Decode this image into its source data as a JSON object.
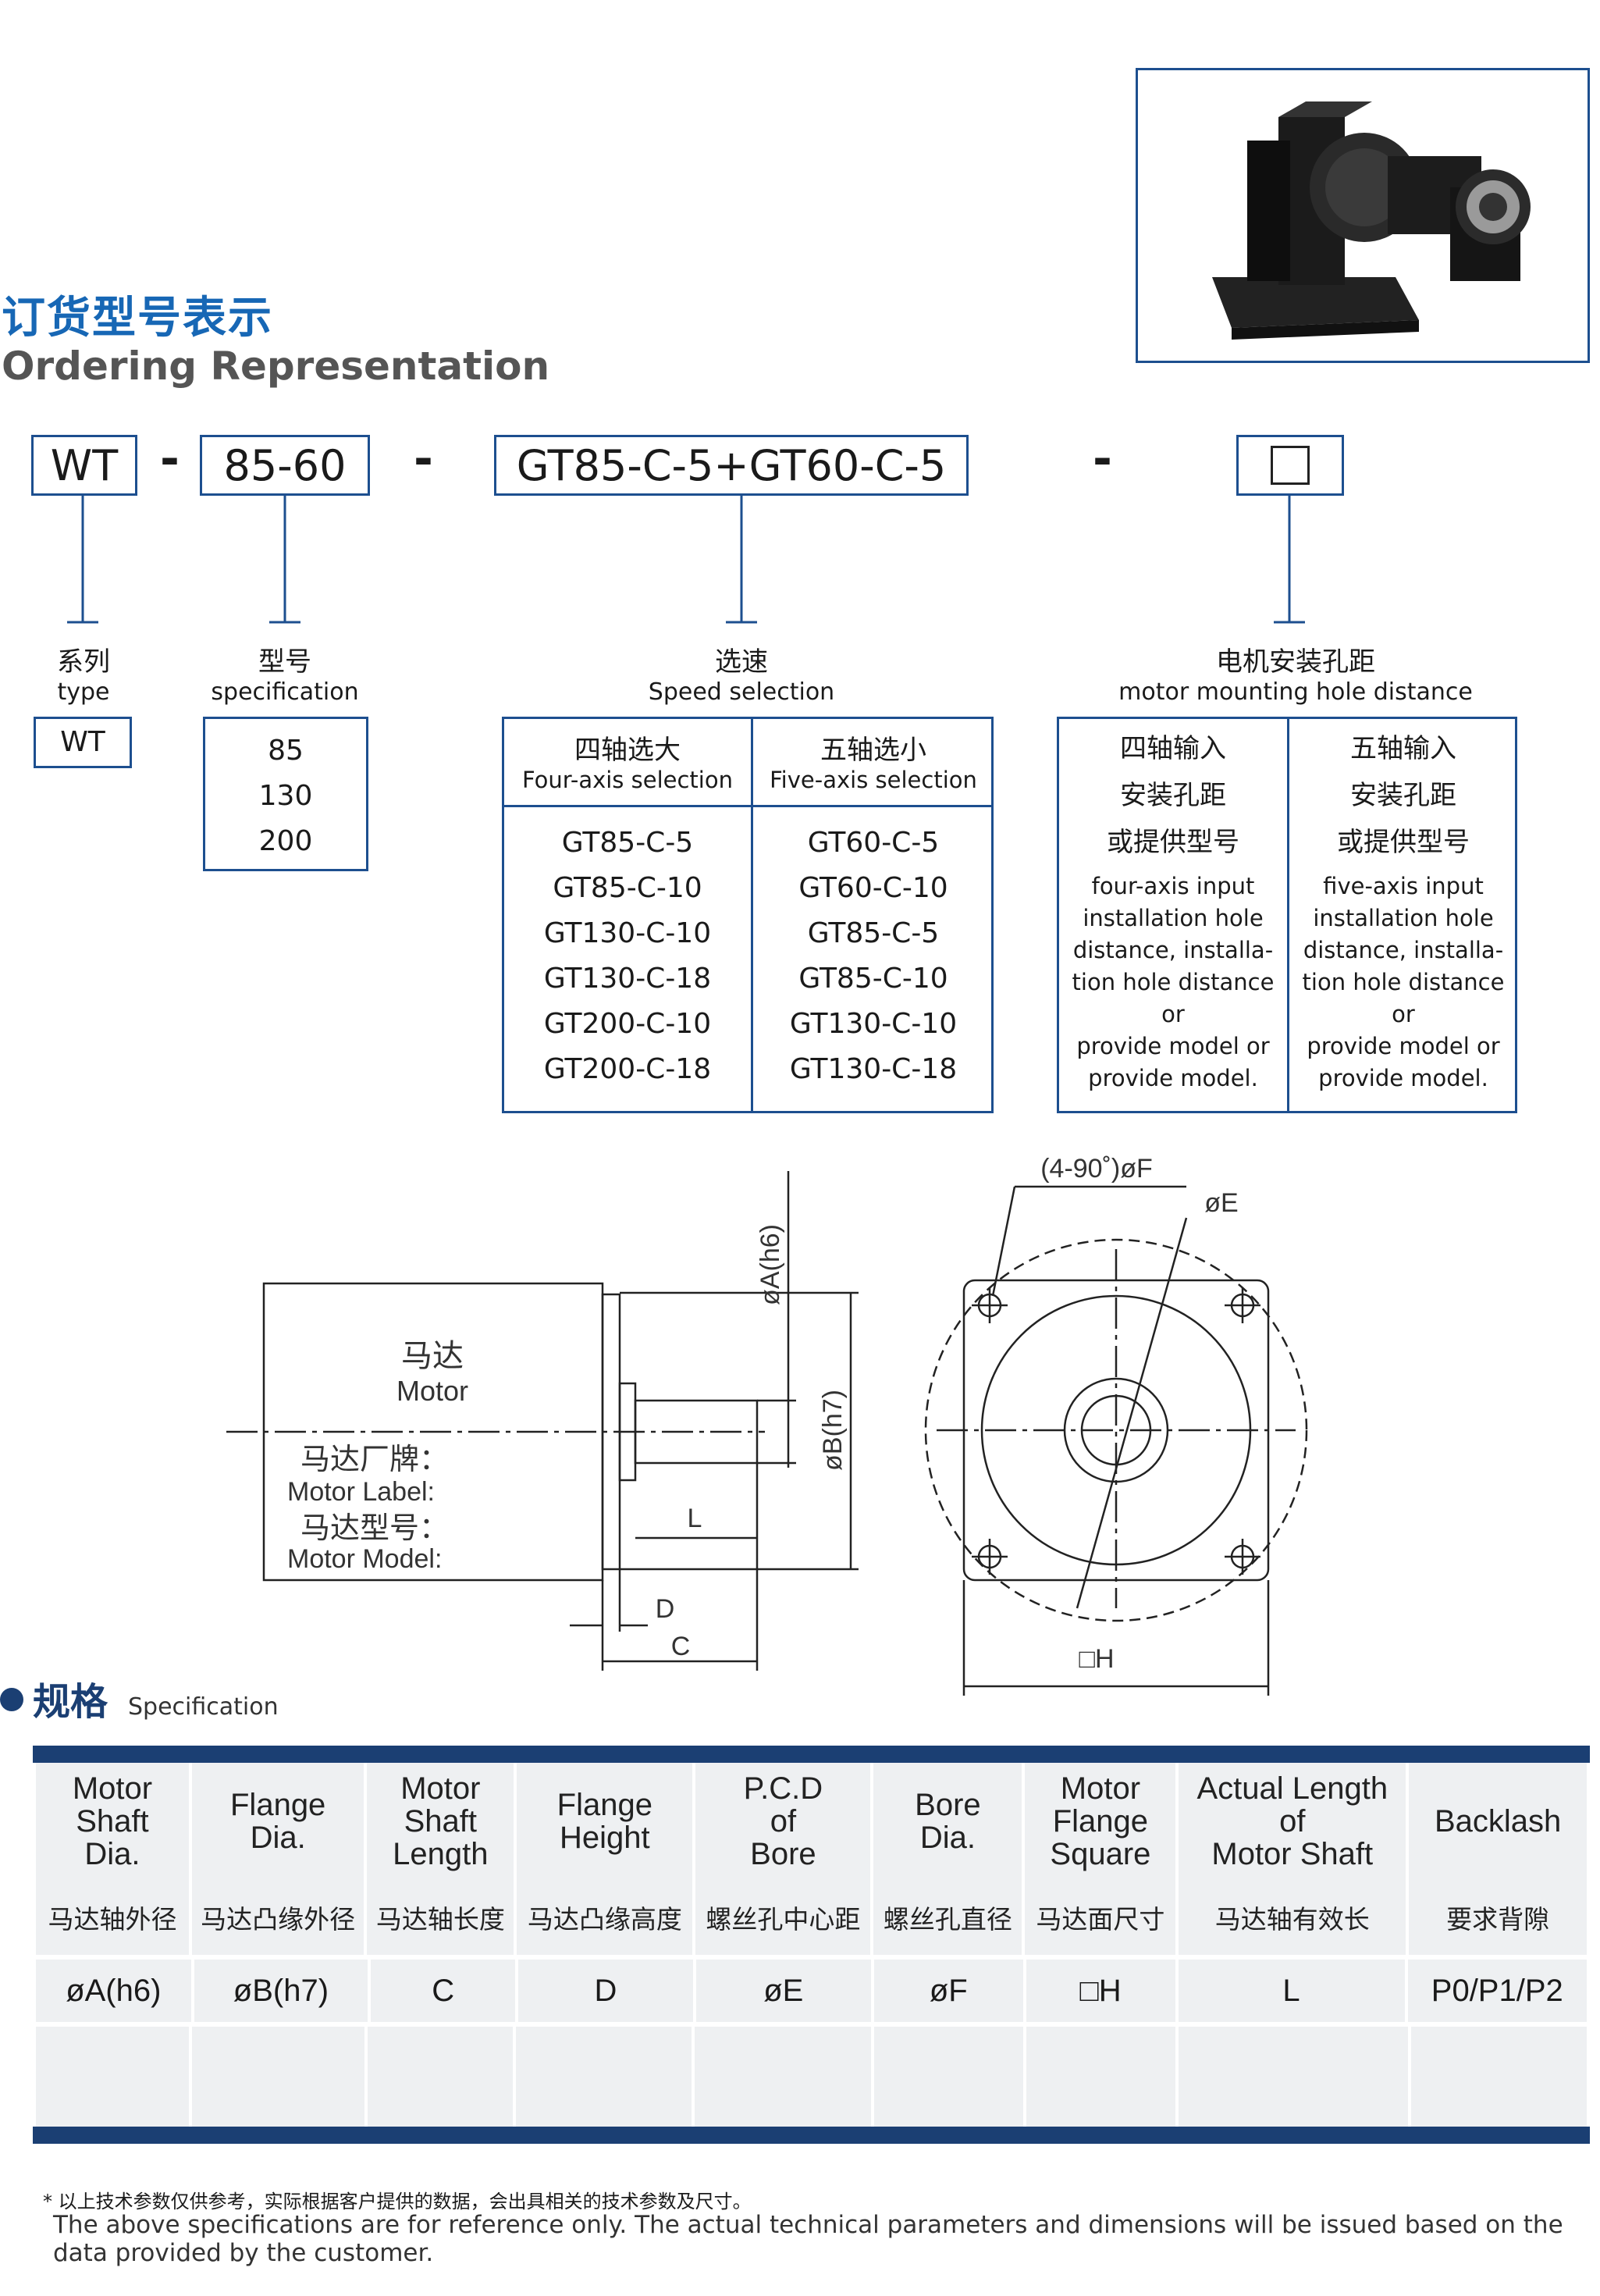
{
  "title": {
    "cn": "订货型号表示",
    "en": "Ordering  Representation"
  },
  "code": {
    "series": "WT",
    "spec": "85-60",
    "speed": "GT85-C-5+GT60-C-5",
    "dash": "-"
  },
  "labels": {
    "type": {
      "cn": "系列",
      "en": "type"
    },
    "spec": {
      "cn": "型号",
      "en": "specification"
    },
    "speed": {
      "cn": "选速",
      "en": "Speed selection"
    },
    "motor": {
      "cn": "电机安装孔距",
      "en": "motor mounting hole distance"
    }
  },
  "type_values": [
    "WT"
  ],
  "spec_values": [
    "85",
    "130",
    "200"
  ],
  "speed_table": {
    "four": {
      "cn": "四轴选大",
      "en": "Four-axis selection",
      "values": [
        "GT85-C-5",
        "GT85-C-10",
        "GT130-C-10",
        "GT130-C-18",
        "GT200-C-10",
        "GT200-C-18"
      ]
    },
    "five": {
      "cn": "五轴选小",
      "en": "Five-axis selection",
      "values": [
        "GT60-C-5",
        "GT60-C-10",
        "GT85-C-5",
        "GT85-C-10",
        "GT130-C-10",
        "GT130-C-18"
      ]
    }
  },
  "motor_table": {
    "four": {
      "cn": [
        "四轴输入",
        "安装孔距",
        "或提供型号"
      ],
      "en": [
        "four-axis input",
        "installation hole",
        "distance, installa-",
        "tion hole distance or",
        "provide model or",
        "provide model."
      ]
    },
    "five": {
      "cn": [
        "五轴输入",
        "安装孔距",
        "或提供型号"
      ],
      "en": [
        "five-axis input",
        "installation hole",
        "distance, installa-",
        "tion hole distance or",
        "provide model or",
        "provide model."
      ]
    }
  },
  "drawing": {
    "motor_cn": "马达",
    "motor_en": "Motor",
    "label_cn": "马达厂牌：",
    "label_en": "Motor Label:",
    "model_cn": "马达型号：",
    "model_en": "Motor Model:",
    "dimA": "øA(h6)",
    "dimB": "øB(h7)",
    "dimL": "L",
    "dimD": "D",
    "dimC": "C",
    "dimF": "(4-90˚)øF",
    "dimE": "øE",
    "dimH": "□H"
  },
  "spec": {
    "title_cn": "规格",
    "title_en": "Specification",
    "columns": [
      {
        "en": [
          "Motor",
          "Shaft",
          "Dia."
        ],
        "cn": "马达轴外径",
        "sym": "øA(h6)"
      },
      {
        "en": [
          "Flange",
          "Dia."
        ],
        "cn": "马达凸缘外径",
        "sym": "øB(h7)"
      },
      {
        "en": [
          "Motor",
          "Shaft",
          "Length"
        ],
        "cn": "马达轴长度",
        "sym": "C"
      },
      {
        "en": [
          "Flange",
          "Height"
        ],
        "cn": "马达凸缘高度",
        "sym": "D"
      },
      {
        "en": [
          "P.C.D",
          "of",
          "Bore"
        ],
        "cn": "螺丝孔中心距",
        "sym": "øE"
      },
      {
        "en": [
          "Bore",
          "Dia."
        ],
        "cn": "螺丝孔直径",
        "sym": "øF"
      },
      {
        "en": [
          "Motor",
          "Flange",
          "Square"
        ],
        "cn": "马达面尺寸",
        "sym": "□H"
      },
      {
        "en": [
          "Actual Length",
          "of",
          "Motor Shaft"
        ],
        "cn": "马达轴有效长",
        "sym": "L"
      },
      {
        "en": [
          "Backlash"
        ],
        "cn": "要求背隙",
        "sym": "P0/P1/P2"
      }
    ]
  },
  "notes": {
    "cn": "*  以上技术参数仅供参考，实际根据客户提供的数据，会出具相关的技术参数及尺寸。",
    "en": "The above specifications are for reference only. The actual technical parameters and dimensions will be issued based on the data provided by the customer."
  },
  "colors": {
    "blue": "#1767b5",
    "navy": "#1d4f8f",
    "band": "#1b3f73"
  }
}
